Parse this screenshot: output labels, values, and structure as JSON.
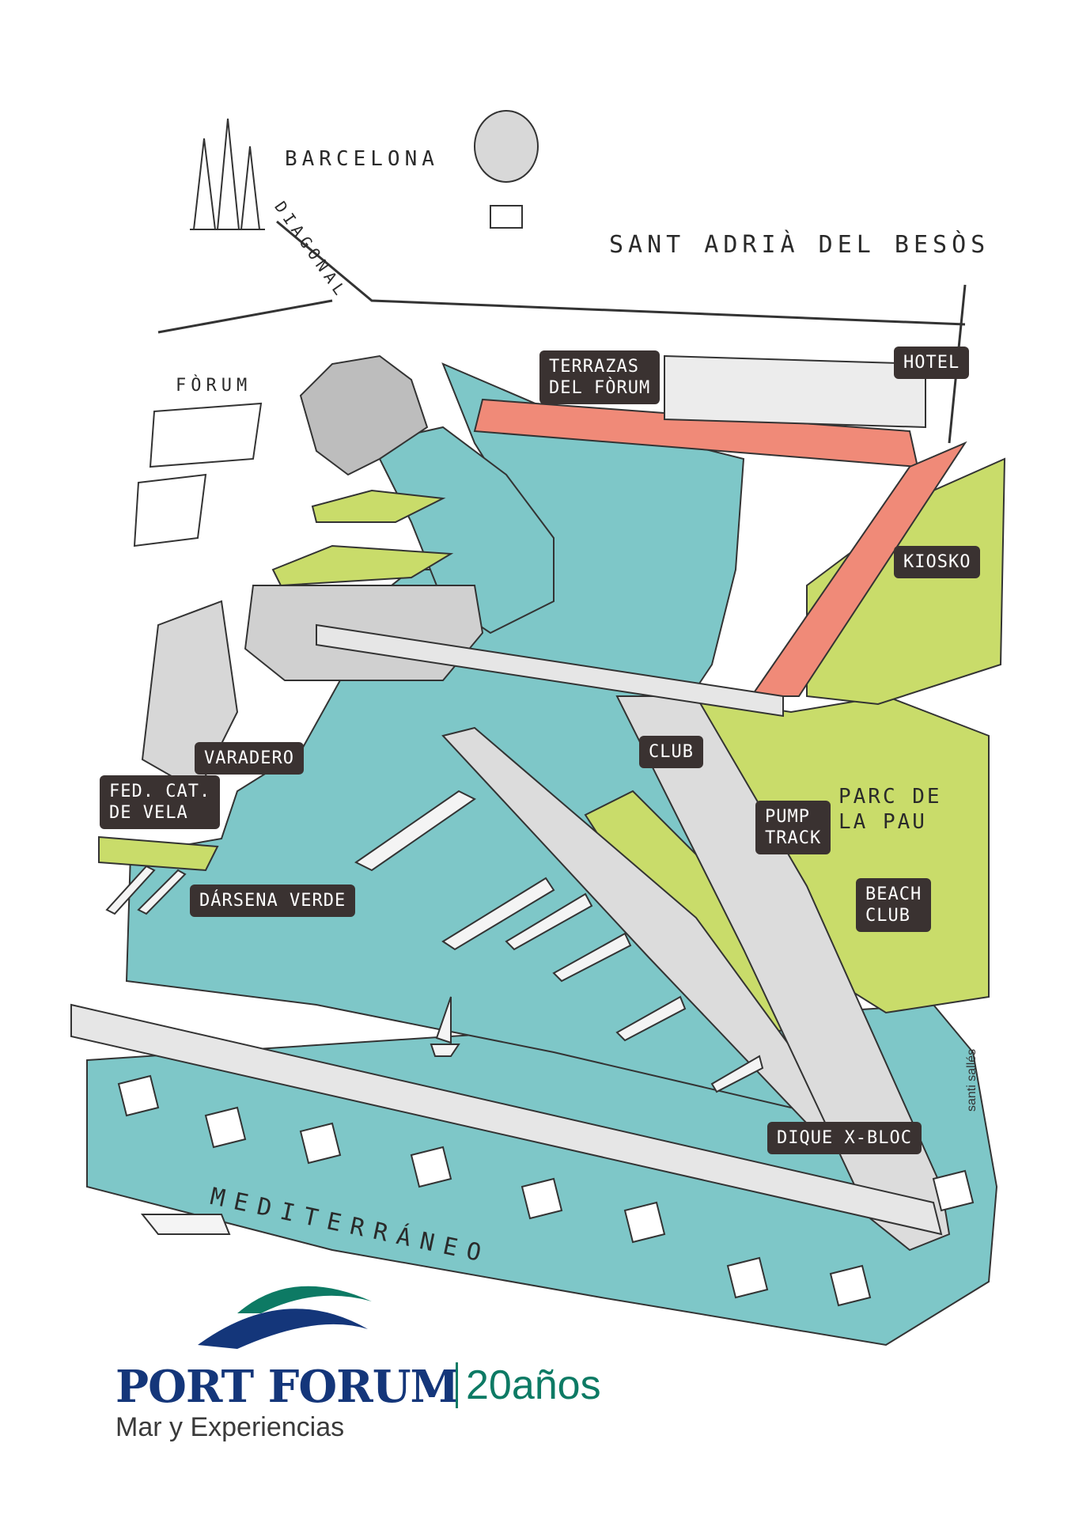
{
  "map": {
    "places": {
      "barcelona": "BARCELONA",
      "diagonal": "DIAGONAL",
      "sant_adria": "SANT ADRIÀ DEL BESÒS",
      "forum": "FÒRUM",
      "mediterraneo": "MEDITERRÁNEO",
      "parc_line1": "PARC DE",
      "parc_line2": "LA PAU"
    },
    "labels": {
      "terrazas_line1": "TERRAZAS",
      "terrazas_line2": "DEL FÒRUM",
      "hotel": "HOTEL",
      "kiosko": "KIOSKO",
      "club": "CLUB",
      "varadero": "VARADERO",
      "fed_line1": "FED. CAT.",
      "fed_line2": "DE VELA",
      "darsena": "DÁRSENA VERDE",
      "pump_line1": "PUMP",
      "pump_line2": "TRACK",
      "beach_line1": "BEACH",
      "beach_line2": "CLUB",
      "dique": "DIQUE X-BLOC"
    },
    "colors": {
      "water": "#7ec7c8",
      "green": "#c9dc6a",
      "path": "#f08a78",
      "concrete": "#d8d8d8",
      "label_bg": "#3a3231"
    },
    "credit": "santi sallés"
  },
  "logo": {
    "name": "PORT FORUM",
    "years": "20años",
    "tagline": "Mar y Experiencias",
    "colors": {
      "navy": "#14367a",
      "teal": "#0d7a64"
    }
  }
}
